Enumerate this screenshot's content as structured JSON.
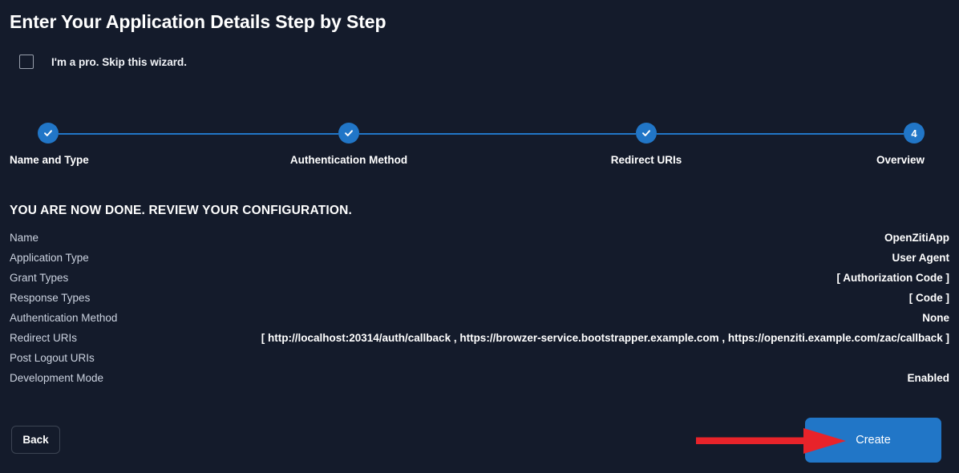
{
  "page": {
    "title": "Enter Your Application Details Step by Step",
    "background_color": "#141b2b",
    "accent_color": "#2176c7",
    "annotation_color": "#e8232a"
  },
  "skip_wizard": {
    "label": "I'm a pro. Skip this wizard.",
    "checked": false
  },
  "stepper": {
    "current_step": 4,
    "steps": [
      {
        "index": 1,
        "label": "Name and Type",
        "state": "complete",
        "icon": "check-icon",
        "indicator": "✓"
      },
      {
        "index": 2,
        "label": "Authentication Method",
        "state": "complete",
        "icon": "check-icon",
        "indicator": "✓"
      },
      {
        "index": 3,
        "label": "Redirect URIs",
        "state": "complete",
        "icon": "check-icon",
        "indicator": "✓"
      },
      {
        "index": 4,
        "label": "Overview",
        "state": "current",
        "icon": "step-number",
        "indicator": "4"
      }
    ]
  },
  "review": {
    "heading": "YOU ARE NOW DONE. REVIEW YOUR CONFIGURATION.",
    "rows": [
      {
        "label": "Name",
        "value": "OpenZitiApp"
      },
      {
        "label": "Application Type",
        "value": "User Agent"
      },
      {
        "label": "Grant Types",
        "value": "[ Authorization Code ]"
      },
      {
        "label": "Response Types",
        "value": "[ Code ]"
      },
      {
        "label": "Authentication Method",
        "value": "None"
      },
      {
        "label": "Redirect URIs",
        "value": "[ http://localhost:20314/auth/callback , https://browzer-service.bootstrapper.example.com , https://openziti.example.com/zac/callback ]"
      },
      {
        "label": "Post Logout URIs",
        "value": ""
      },
      {
        "label": "Development Mode",
        "value": "Enabled"
      }
    ]
  },
  "footer": {
    "back_label": "Back",
    "create_label": "Create"
  },
  "annotation": {
    "type": "arrow",
    "points_to": "create-button",
    "color": "#e8232a"
  }
}
